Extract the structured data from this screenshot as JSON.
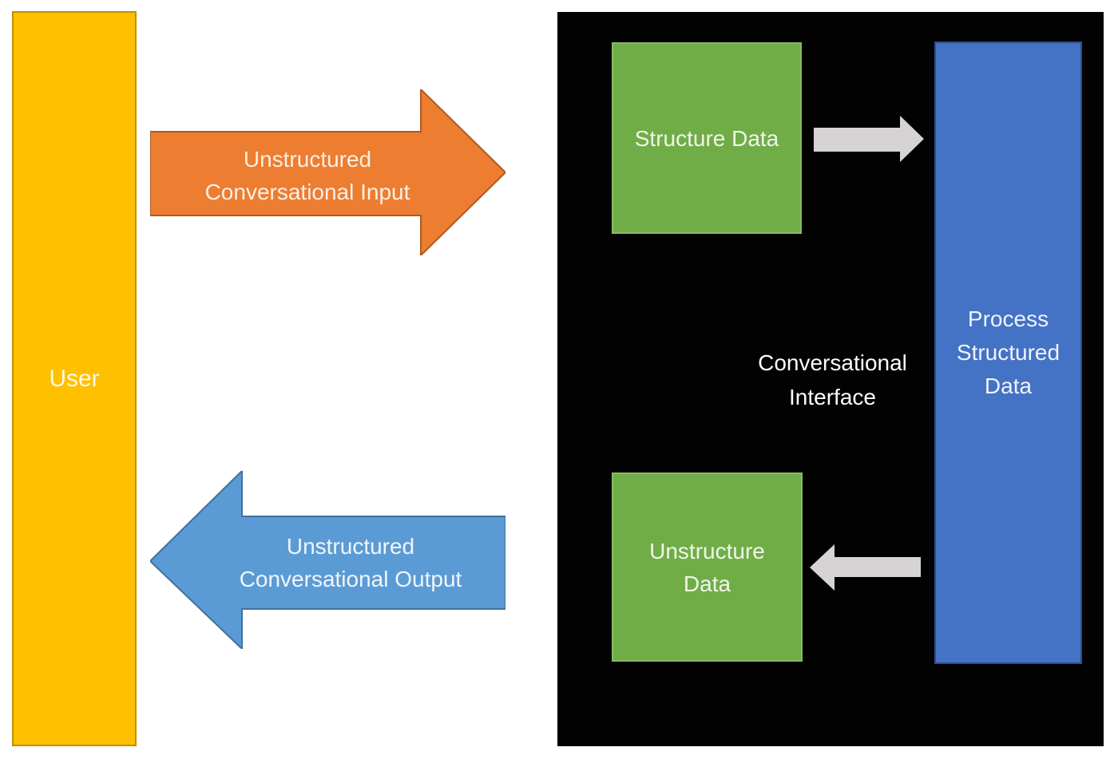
{
  "diagram": {
    "user": {
      "label": "User"
    },
    "input_arrow": {
      "lines": [
        "Unstructured",
        "Conversational Input"
      ],
      "direction": "right"
    },
    "output_arrow": {
      "lines": [
        "Unstructured",
        "Conversational Output"
      ],
      "direction": "left"
    },
    "interface": {
      "lines": [
        "Conversational",
        "Interface"
      ]
    },
    "structure_box": {
      "label": "Structure Data"
    },
    "unstructure_box": {
      "lines": [
        "Unstructure",
        "Data"
      ]
    },
    "process_box": {
      "lines": [
        "Process",
        "Structured",
        "Data"
      ]
    },
    "connector_arrows": {
      "structure_to_process_direction": "right",
      "process_to_unstructure_direction": "left"
    },
    "colors": {
      "user_fill": "#FFC000",
      "user_border": "#BF9000",
      "input_arrow_fill": "#ED7D31",
      "input_arrow_border": "#AE5A21",
      "output_arrow_fill": "#5B9BD5",
      "output_arrow_border": "#41719C",
      "panel_fill": "#020202",
      "green_fill": "#70AD47",
      "green_border": "#86BC62",
      "process_fill": "#4472C4",
      "process_border": "#2C4E87",
      "gray_arrow_fill": "#D5D3D3",
      "text_light": "#FFFFFF"
    }
  }
}
